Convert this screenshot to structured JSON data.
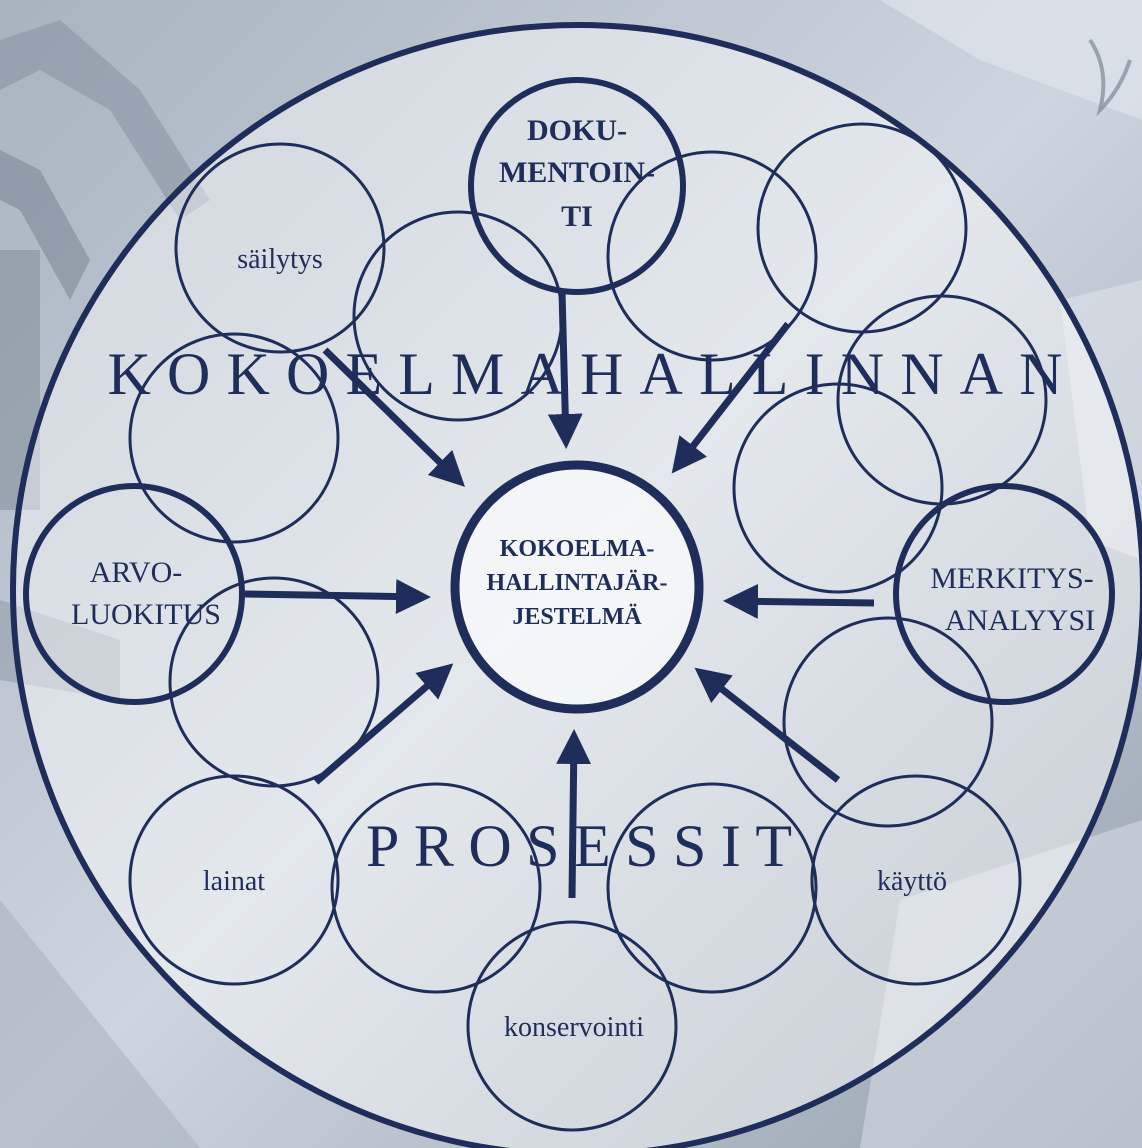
{
  "diagram": {
    "center_title": [
      "KOKOELMA-",
      "HALLINTAJÄR-",
      "JESTELMÄ"
    ],
    "banner_top": "KOKOELMAHALLINNAN",
    "banner_bottom": "PROSESSIT",
    "nodes": {
      "dokumentointi": [
        "DOKU-",
        "MENTOIN-",
        "TI"
      ],
      "sailytys": "säilytys",
      "arvoluokitus": [
        "ARVO-",
        "LUOKITUS"
      ],
      "merkitysanalyysi": [
        "MERKITYS-",
        "ANALYYSI"
      ],
      "lainat": "lainat",
      "konservointi": "konservointi",
      "kaytto": "käyttö"
    },
    "colors": {
      "ink": "#1f2d5a",
      "background_light": "#d6dde6",
      "background_dark": "#8f9aa8"
    }
  }
}
